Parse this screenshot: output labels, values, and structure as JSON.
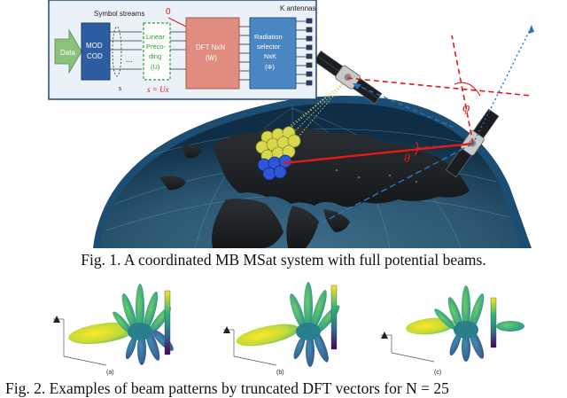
{
  "figure1": {
    "diagram": {
      "data_label": "Data",
      "symbol_streams_label": "Symbol streams",
      "mod_label": "MOD",
      "cod_label": "COD",
      "dots": "...",
      "s_label": "s",
      "zero_label": "0",
      "precoding_line1": "Linear",
      "precoding_line2": "Preco-",
      "precoding_line3": "ding",
      "precoding_line4": "(U)",
      "eq_label": "s = Ux",
      "dft_line1": "DFT NxN",
      "dft_line2": "(W)",
      "rs_line1": "Radiation",
      "rs_line2": "selector",
      "rs_line3": "NxK",
      "rs_line4": "(Φ)",
      "k_antennas": "K antennas"
    },
    "angle_label_1": "θ",
    "angle_label_2": "φ",
    "caption": "Fig. 1.  A coordinated MB MSat system with full potential beams."
  },
  "figure2": {
    "panels": [
      {
        "label": "(a)"
      },
      {
        "label": "(b)"
      },
      {
        "label": "(c)"
      }
    ]
  },
  "caption2": "Fig. 2.  Examples of beam patterns by truncated DFT vectors for N = 25"
}
